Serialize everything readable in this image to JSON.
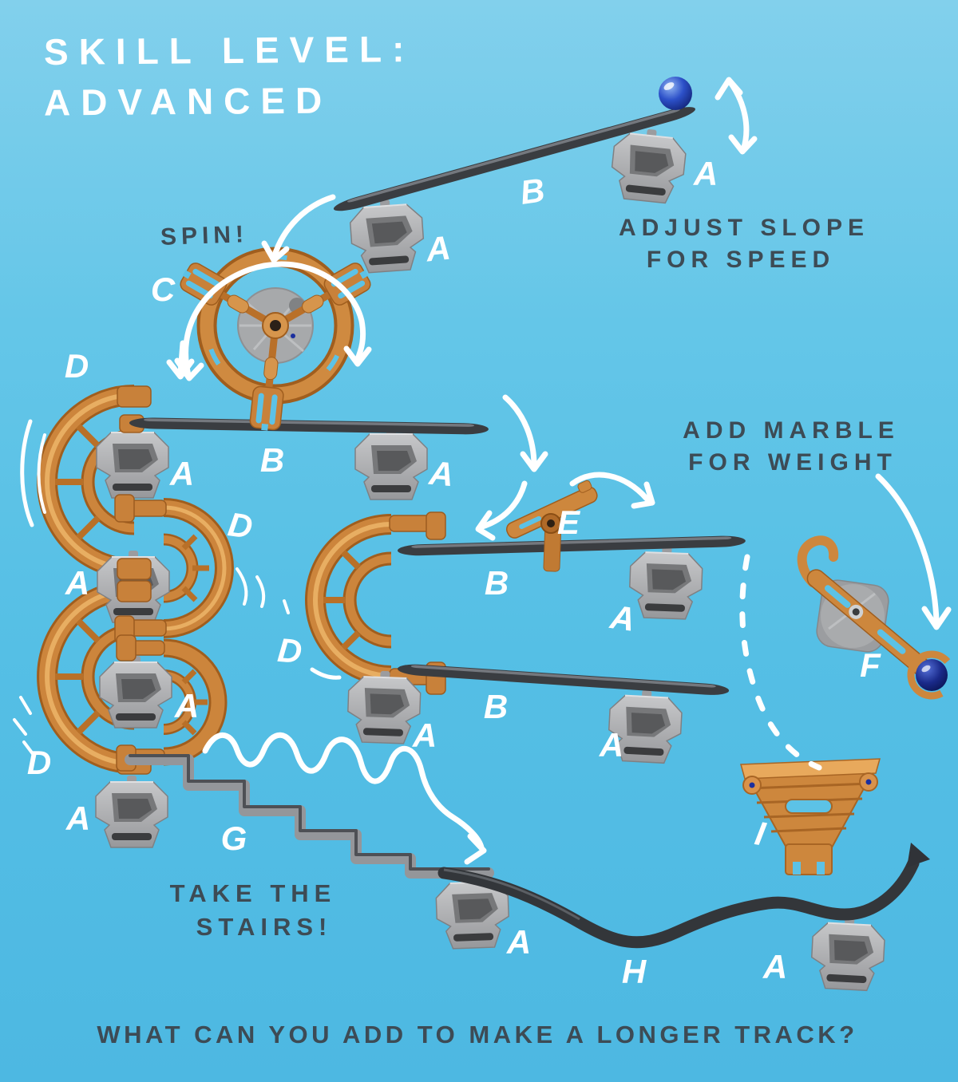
{
  "colors": {
    "background_top": "#82d0ec",
    "background_bottom": "#4db8e2",
    "accent_orange": "#c8813a",
    "hardware_gray": "#a8aaac",
    "rail_dark": "#3a3d41",
    "marble_blue": "#2c50c8",
    "text_dark": "#3d4b55",
    "text_white": "#ffffff"
  },
  "title": {
    "line1": "SKILL LEVEL:",
    "line2": "ADVANCED"
  },
  "notes": {
    "spin": "SPIN!",
    "adjust_line1": "ADJUST SLOPE",
    "adjust_line2": "FOR SPEED",
    "marble_line1": "ADD MARBLE",
    "marble_line2": "FOR WEIGHT",
    "stairs_line1": "TAKE THE",
    "stairs_line2": "STAIRS!",
    "question": "WHAT CAN YOU ADD TO MAKE A LONGER TRACK?"
  },
  "labels": {
    "a": "A",
    "b": "B",
    "c": "C",
    "d": "D",
    "e": "E",
    "f": "F",
    "g": "G",
    "h": "H",
    "i": "I"
  }
}
